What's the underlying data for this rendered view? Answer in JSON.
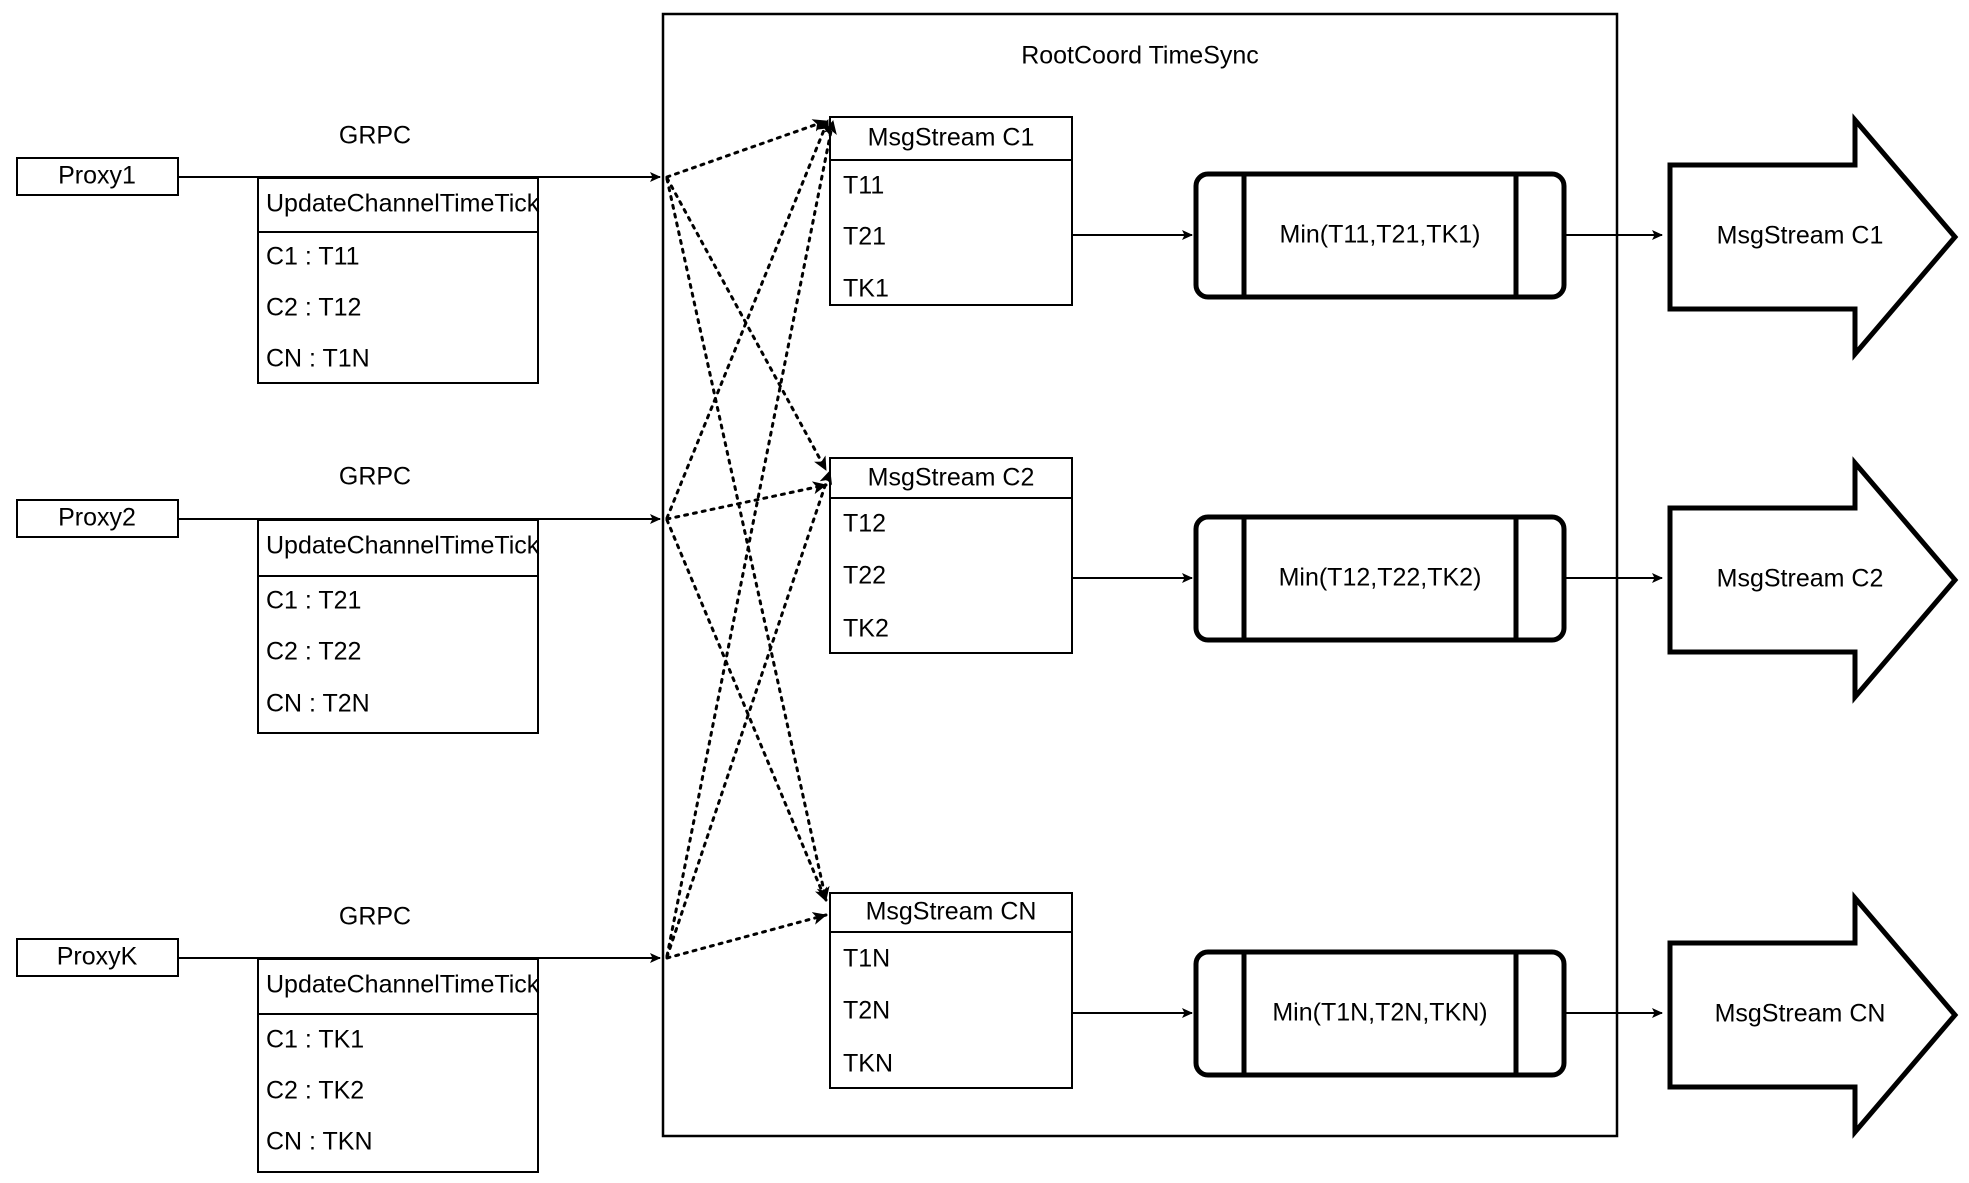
{
  "diagram": {
    "container_title": "RootCoord TimeSync",
    "grpc_label": "GRPC",
    "proxy_rows": [
      {
        "proxy_label": "Proxy1",
        "grpc_label": "GRPC",
        "request_title": "UpdateChannelTimeTick",
        "request_entries": [
          "C1 :  T11",
          "C2 :  T12",
          "CN : T1N"
        ]
      },
      {
        "proxy_label": "Proxy2",
        "grpc_label": "GRPC",
        "request_title": "UpdateChannelTimeTick",
        "request_entries": [
          "C1 :  T21",
          "C2 :  T22",
          "CN : T2N"
        ]
      },
      {
        "proxy_label": "ProxyK",
        "grpc_label": "GRPC",
        "request_title": "UpdateChannelTimeTick",
        "request_entries": [
          "C1 :  TK1",
          "C2 :  TK2",
          "CN : TKN"
        ]
      }
    ],
    "channel_rows": [
      {
        "msgstream_title": "MsgStream C1",
        "msgstream_entries": [
          "T11",
          "T21",
          "TK1"
        ],
        "min_label": "Min(T11,T21,TK1)",
        "output_label": "MsgStream C1"
      },
      {
        "msgstream_title": "MsgStream C2",
        "msgstream_entries": [
          "T12",
          "T22",
          "TK2"
        ],
        "min_label": "Min(T12,T22,TK2)",
        "output_label": "MsgStream C2"
      },
      {
        "msgstream_title": "MsgStream CN",
        "msgstream_entries": [
          "T1N",
          "T2N",
          "TKN"
        ],
        "min_label": "Min(T1N,T2N,TKN)",
        "output_label": "MsgStream CN"
      }
    ],
    "colors": {
      "stroke": "#000000",
      "background": "#ffffff",
      "text": "#000000"
    }
  }
}
